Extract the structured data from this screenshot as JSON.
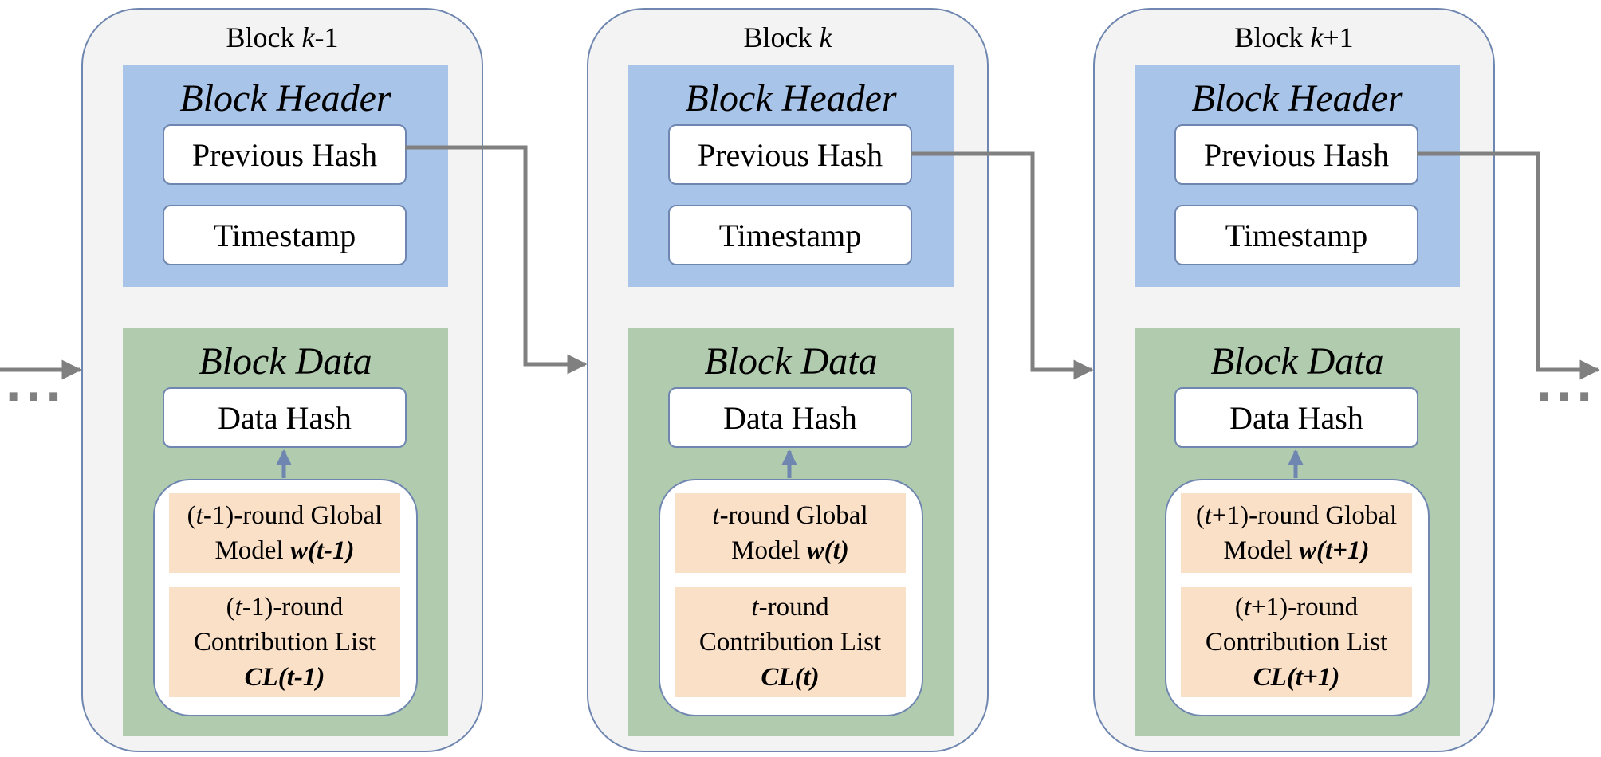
{
  "blocks": [
    {
      "title": [
        "Block ",
        "k",
        "-1"
      ],
      "header": {
        "title": "Block Header",
        "previous_hash": "Previous Hash",
        "timestamp": "Timestamp"
      },
      "data": {
        "title": "Block Data",
        "data_hash": "Data Hash",
        "model": {
          "prefix": "(",
          "var": "t",
          "rest": "-1)-round Global",
          "line2": "Model ",
          "sym": "w(t-1)"
        },
        "contrib": {
          "prefix": "(",
          "var": "t",
          "rest": "-1)-round",
          "line2": "Contribution List",
          "sym": "CL(t-1)"
        }
      }
    },
    {
      "title": [
        "Block ",
        "k",
        ""
      ],
      "header": {
        "title": "Block Header",
        "previous_hash": "Previous Hash",
        "timestamp": "Timestamp"
      },
      "data": {
        "title": "Block Data",
        "data_hash": "Data Hash",
        "model": {
          "prefix": "",
          "var": "t",
          "rest": "-round Global",
          "line2": "Model ",
          "sym": "w(t)"
        },
        "contrib": {
          "prefix": "",
          "var": "t",
          "rest": "-round",
          "line2": "Contribution List",
          "sym": "CL(t)"
        }
      }
    },
    {
      "title": [
        "Block ",
        "k",
        "+1"
      ],
      "header": {
        "title": "Block Header",
        "previous_hash": "Previous Hash",
        "timestamp": "Timestamp"
      },
      "data": {
        "title": "Block Data",
        "data_hash": "Data Hash",
        "model": {
          "prefix": "(",
          "var": "t",
          "rest": "+1)-round Global",
          "line2": "Model ",
          "sym": "w(t+1)"
        },
        "contrib": {
          "prefix": "(",
          "var": "t",
          "rest": "+1)-round",
          "line2": "Contribution List",
          "sym": "CL(t+1)"
        }
      }
    }
  ],
  "ellipsis": "...",
  "colors": {
    "block_bg": "#f3f3f3",
    "block_border": "#6f87b0",
    "header_bg": "#a9c4e9",
    "data_bg": "#b1cbaf",
    "item_bg": "#fbe0c8",
    "connector": "#808080"
  }
}
